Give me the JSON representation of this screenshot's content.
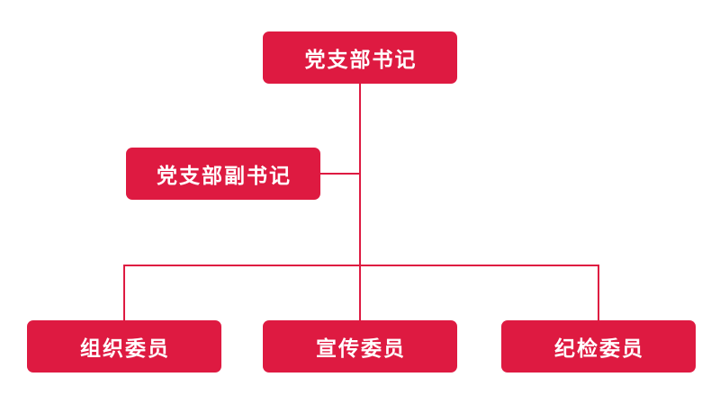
{
  "colors": {
    "accent": "#de1a41",
    "node_text": "#ffffff",
    "connector": "#de1a41",
    "page_bg": "#ffffff"
  },
  "diagram": {
    "type": "org-chart",
    "nodes": {
      "secretary": {
        "label": "党支部书记"
      },
      "deputy_secretary": {
        "label": "党支部副书记"
      },
      "organization_member": {
        "label": "组织委员"
      },
      "publicity_member": {
        "label": "宣传委员"
      },
      "discipline_member": {
        "label": "纪检委员"
      }
    },
    "edges": [
      {
        "from": "党支部书记",
        "to": "党支部副书记"
      },
      {
        "from": "党支部书记",
        "to": "组织委员"
      },
      {
        "from": "党支部书记",
        "to": "宣传委员"
      },
      {
        "from": "党支部书记",
        "to": "纪检委员"
      }
    ]
  }
}
